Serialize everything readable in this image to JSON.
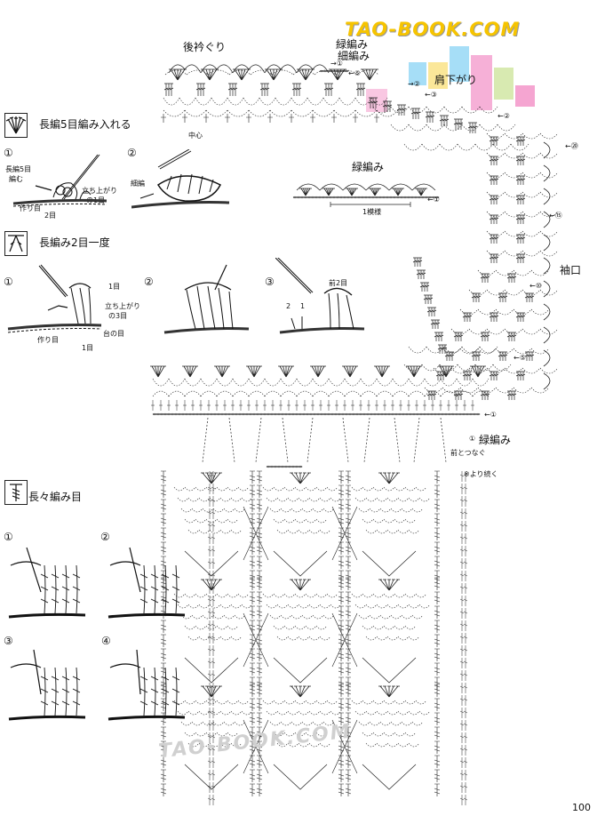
{
  "page_number": "100",
  "watermark": {
    "top_text": "TAO-BOOK.COM",
    "bottom_text": "TAO-BOOK.COM",
    "colors": [
      "#f6c400",
      "#e61e8c",
      "#00a0e9",
      "#8fc31f",
      "#c5c5c5"
    ]
  },
  "legend": [
    {
      "symbol": "5-dc-in-one-icon",
      "title": "長編5目編み入れる",
      "steps": [
        {
          "no": "①",
          "notes": [
            "長編5目",
            "編む",
            "立ち上がり",
            "の1目",
            "作り目",
            "2目"
          ]
        },
        {
          "no": "②",
          "notes": [
            "細編"
          ]
        }
      ]
    },
    {
      "symbol": "dc2tog-icon",
      "title": "長編み2目一度",
      "steps": [
        {
          "no": "①",
          "notes": [
            "1目",
            "立ち上がり",
            "の3目",
            "台の目",
            "作り目",
            "1目"
          ]
        },
        {
          "no": "②",
          "notes": []
        },
        {
          "no": "③",
          "notes": [
            "前2目",
            "2",
            "1"
          ]
        }
      ]
    },
    {
      "symbol": "triple-crochet-icon",
      "title": "長々編み目",
      "steps": [
        {
          "no": "①"
        },
        {
          "no": "②"
        },
        {
          "no": "③"
        },
        {
          "no": "④"
        }
      ]
    }
  ],
  "chart": {
    "labels": {
      "back_neck": "後衿ぐり",
      "center": "中心",
      "shell": "緑編み",
      "sc": "細編み",
      "shoulder": "肩下がり",
      "sleeve": "袖口",
      "shell_sample_title": "緑編み",
      "one_repeat": "1模様",
      "shell_bottom": "緑編み",
      "join_ring": "前とつなぐ",
      "continue_from": "※より続く"
    },
    "row_markers": [
      "←⑤",
      "←③",
      "←①",
      "←②",
      "←⑳",
      "←⑮",
      "←⑩",
      "←⑤",
      "←①",
      "→②",
      "→①",
      "①"
    ]
  }
}
